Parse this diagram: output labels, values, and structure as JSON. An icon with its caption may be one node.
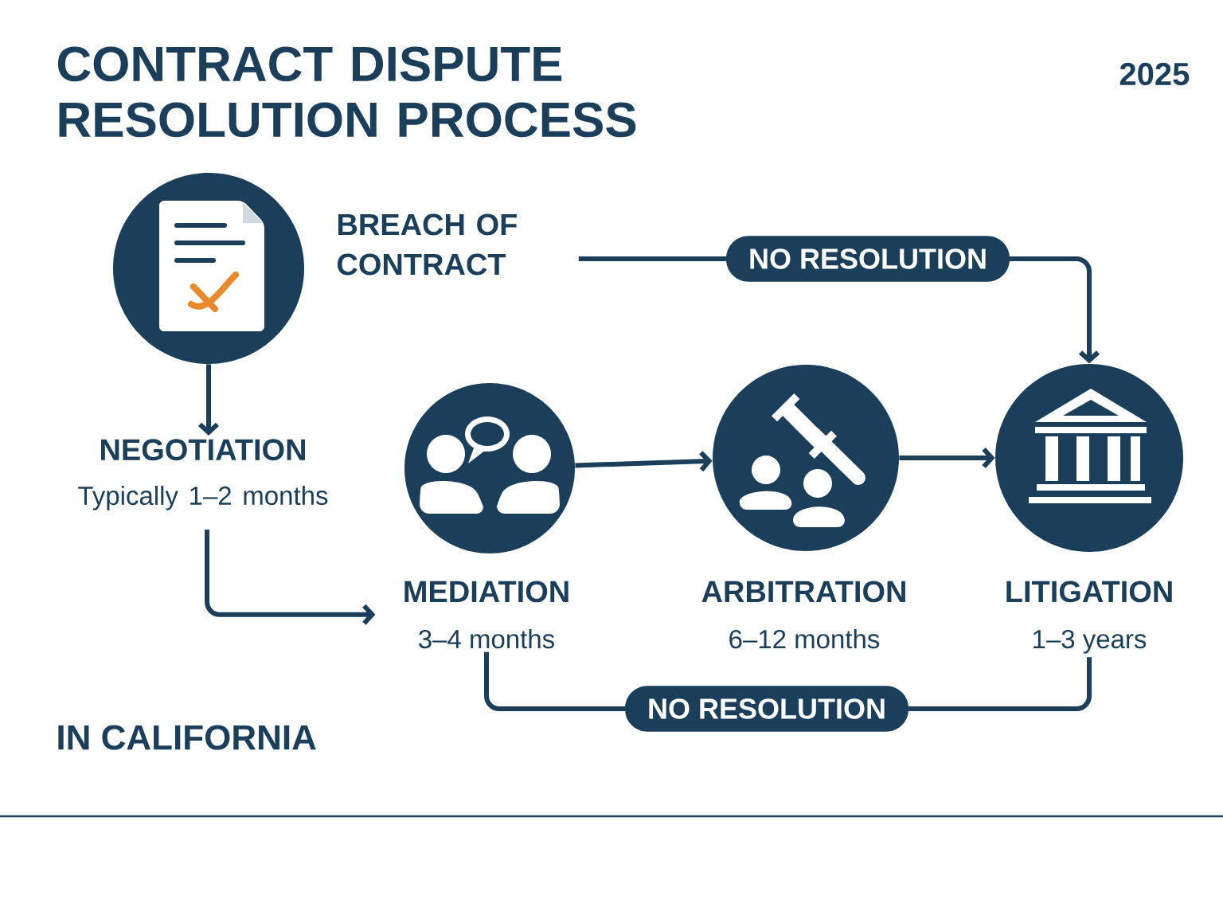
{
  "diagram": {
    "title": "CONTRACT DISPUTE RESOLUTION PROCESS",
    "nodes": [
      {
        "text": [],
        "shape": "circle"
      },
      {
        "text": [
          "BREACH OF CONTRACT"
        ]
      },
      {
        "text": [
          "NEGOTIATION",
          "Typically 1–2 months"
        ]
      },
      {
        "text": [],
        "shape": "circle",
        "beside": [
          "MEDIATION",
          "3–4 months"
        ]
      },
      {
        "text": [],
        "shape": "circle",
        "beside": [
          "ARBITRATION",
          "6–12 months"
        ]
      },
      {
        "text": [],
        "shape": "circle",
        "beside": [
          "LITIGATION",
          "1–3 years"
        ]
      }
    ],
    "edges": [
      {
        "from": 0,
        "to": 2,
        "arrow": "to"
      },
      {
        "from": 1,
        "to": 5,
        "arrow": "to",
        "label": "NO RESOLUTION"
      },
      {
        "from": 2,
        "to": 3,
        "arrow": "to"
      },
      {
        "from": 3,
        "to": 4,
        "arrow": "to"
      },
      {
        "from": 4,
        "to": 5,
        "arrow": "to"
      },
      {
        "from": 3,
        "to": 5,
        "arrow": "none",
        "label": "NO RESOLUTION"
      }
    ],
    "labels": [
      "2025",
      "IN CALIFORNIA"
    ]
  }
}
